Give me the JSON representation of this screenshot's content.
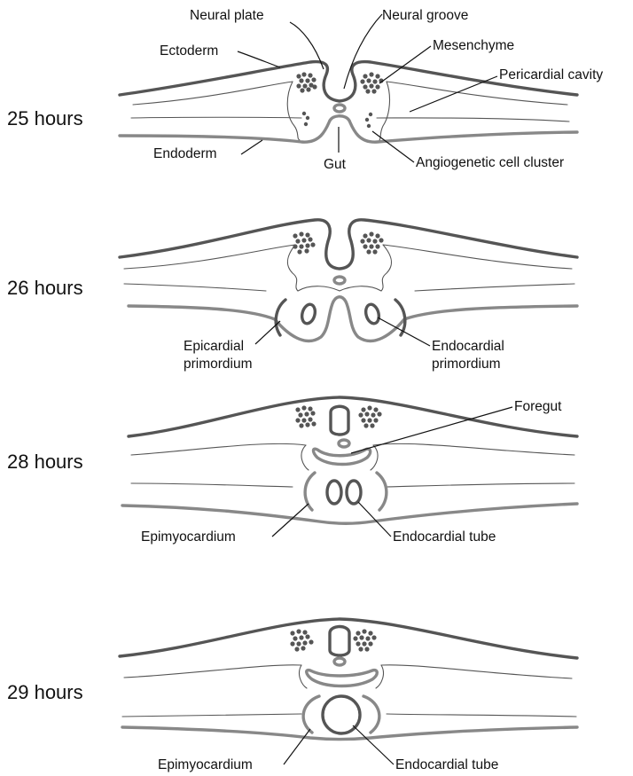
{
  "stages": [
    {
      "time": "25 hours",
      "labels": {
        "neural_plate": "Neural plate",
        "neural_groove": "Neural groove",
        "ectoderm": "Ectoderm",
        "mesenchyme": "Mesenchyme",
        "pericardial_cavity": "Pericardial cavity",
        "endoderm": "Endoderm",
        "gut": "Gut",
        "angiogenetic_cell_cluster": "Angiogenetic cell cluster"
      }
    },
    {
      "time": "26 hours",
      "labels": {
        "epicardial_primordium_1": "Epicardial",
        "epicardial_primordium_2": "primordium",
        "endocardial_primordium_1": "Endocardial",
        "endocardial_primordium_2": "primordium"
      }
    },
    {
      "time": "28 hours",
      "labels": {
        "foregut": "Foregut",
        "epimyocardium": "Epimyocardium",
        "endocardial_tube": "Endocardial tube"
      }
    },
    {
      "time": "29 hours",
      "labels": {
        "epimyocardium": "Epimyocardium",
        "endocardial_tube": "Endocardial tube"
      }
    }
  ],
  "colors": {
    "ectoderm": "#555555",
    "endoderm": "#888888",
    "mesoderm_line": "#555555",
    "text": "#111111"
  }
}
